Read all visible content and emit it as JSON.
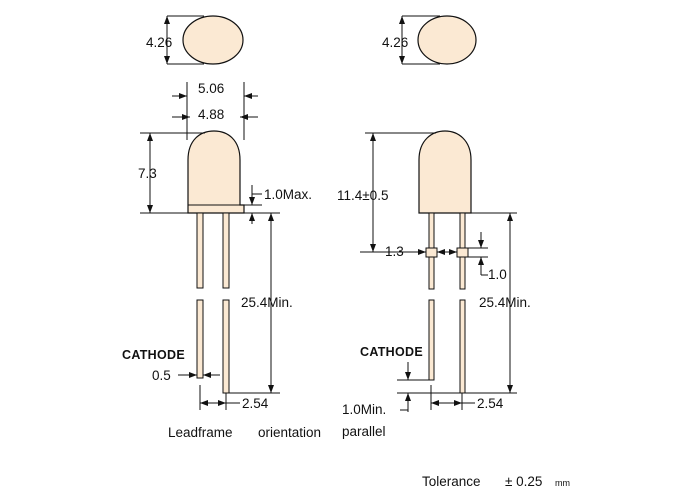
{
  "left_view": {
    "top_diameter": "4.26",
    "outer_diameter": "5.06",
    "inner_diameter": "4.88",
    "body_height": "7.3",
    "flange_max": "1.0Max.",
    "lead_length": "25.4Min.",
    "cathode_label": "CATHODE",
    "lead_width": "0.5",
    "lead_spacing": "2.54"
  },
  "right_view": {
    "top_diameter": "4.26",
    "total_height": "11.4±0.5",
    "standoff_width": "1.3",
    "standoff_height": "1.0",
    "lead_length": "25.4Min.",
    "cathode_label": "CATHODE",
    "min_parallel": "1.0Min.",
    "parallel_label": "parallel",
    "lead_spacing": "2.54"
  },
  "caption": {
    "part1": "Leadframe",
    "part2": "orientation"
  },
  "tolerance": {
    "label": "Tolerance",
    "value": "± 0.25",
    "unit": "mm"
  }
}
